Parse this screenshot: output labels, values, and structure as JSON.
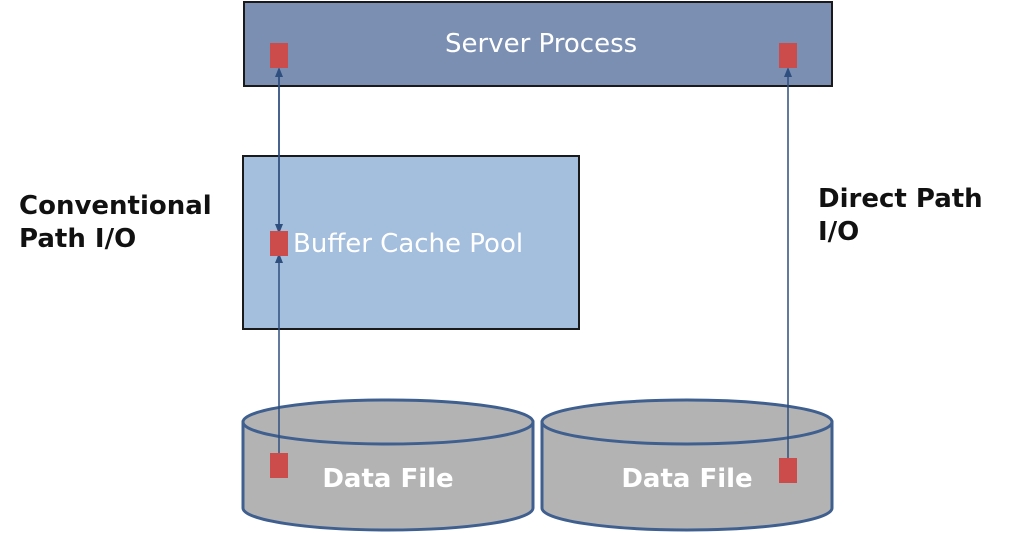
{
  "server_process": {
    "label": "Server Process"
  },
  "buffer_cache": {
    "label": "Buffer Cache Pool"
  },
  "conventional": {
    "line1": "Conventional",
    "line2": "Path I/O"
  },
  "direct": {
    "line1": "Direct Path",
    "line2": "I/O"
  },
  "data_files": [
    {
      "label": "Data File"
    },
    {
      "label": "Data File"
    }
  ],
  "colors": {
    "server_fill": "#7b8fb3",
    "buffer_fill": "#a4bede",
    "cylinder_fill": "#b3b3b3",
    "cylinder_stroke": "#3f5f8f",
    "marker": "#cc4b4b",
    "arrow": "#2f4f7f"
  }
}
